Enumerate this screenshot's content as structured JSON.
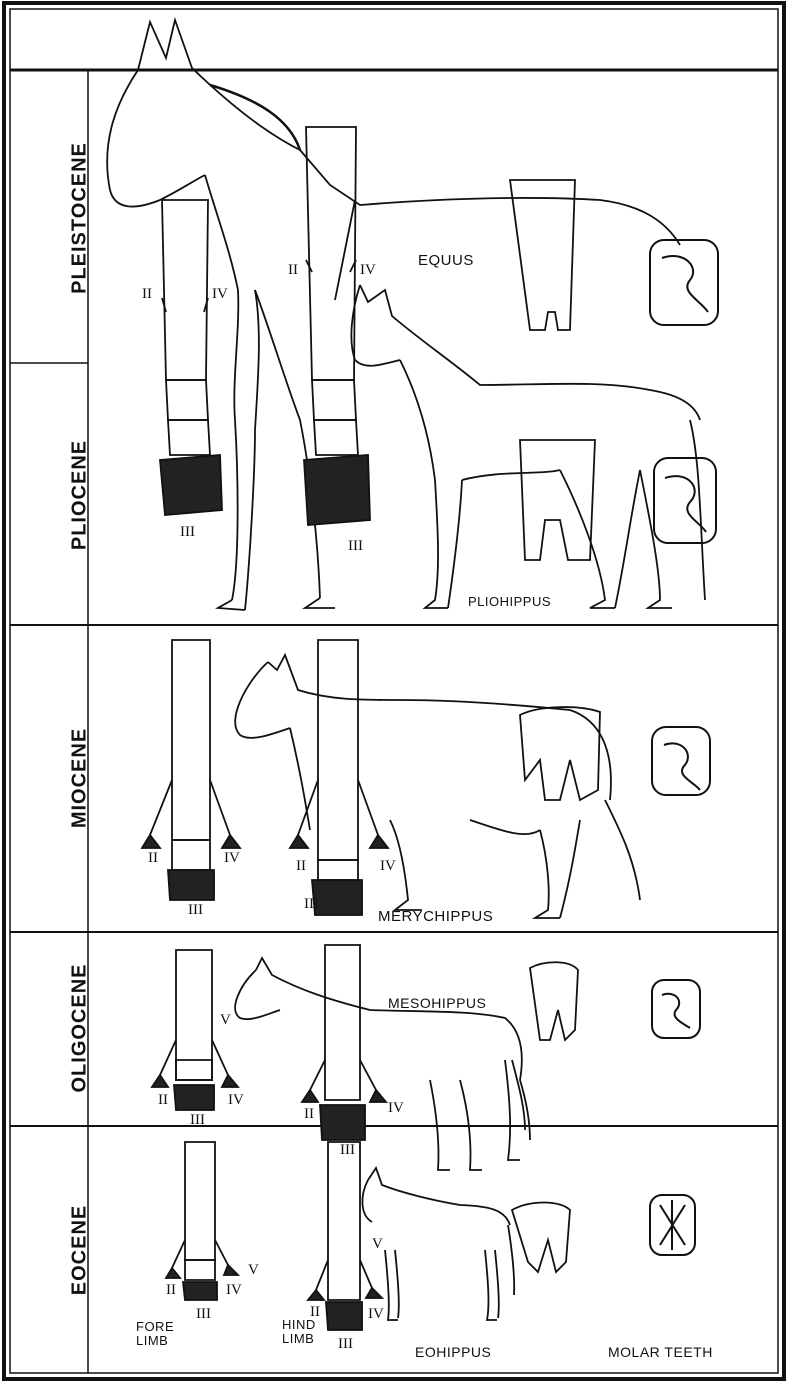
{
  "periods": [
    {
      "id": "pleistocene",
      "label": "PLEISTOCENE"
    },
    {
      "id": "pliocene",
      "label": "PLIOCENE"
    },
    {
      "id": "miocene",
      "label": "MIOCENE"
    },
    {
      "id": "oligocene",
      "label": "OLIGOCENE"
    },
    {
      "id": "eocene",
      "label": "EOCENE"
    }
  ],
  "genera": {
    "equus": "EQUUS",
    "pliohippus": "PLIOHIPPUS",
    "merychippus": "MERYCHIPPUS",
    "mesohippus": "MESOHIPPUS",
    "eohippus": "EOHIPPUS"
  },
  "digits": {
    "two": "II",
    "three": "III",
    "four": "IV",
    "five": "V"
  },
  "captions": {
    "fore_limb": "FORE\nLIMB",
    "hind_limb": "HIND\nLIMB",
    "molar_teeth": "MOLAR TEETH"
  }
}
